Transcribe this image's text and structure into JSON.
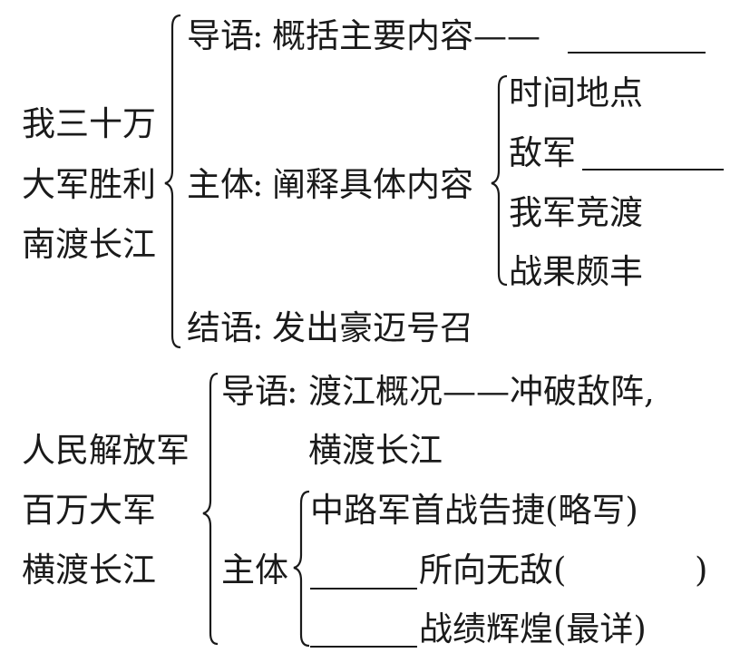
{
  "diagram1": {
    "root_lines": [
      "我三十万",
      "大军胜利",
      "南渡长江"
    ],
    "intro": {
      "label": "导语",
      "colon": ":",
      "text": "概括主要内容——"
    },
    "body": {
      "label": "主体",
      "colon": ":",
      "text": "阐释具体内容"
    },
    "body_items": [
      "时间地点",
      "敌军",
      "我军竞渡",
      "战果颇丰"
    ],
    "conclusion": {
      "label": "结语",
      "colon": ":",
      "text": "发出豪迈号召"
    }
  },
  "diagram2": {
    "root_lines": [
      "人民解放军",
      "百万大军",
      "横渡长江"
    ],
    "intro": {
      "label": "导语",
      "colon": ":",
      "line1": "渡江概况——冲破敌阵,",
      "line2": "横渡长江"
    },
    "body": {
      "label": "主体"
    },
    "body_items": [
      {
        "text": "中路军首战告捷(略写)"
      },
      {
        "text": "所向无敌(",
        "close": ")"
      },
      {
        "text": "战绩辉煌(最详)"
      }
    ]
  }
}
